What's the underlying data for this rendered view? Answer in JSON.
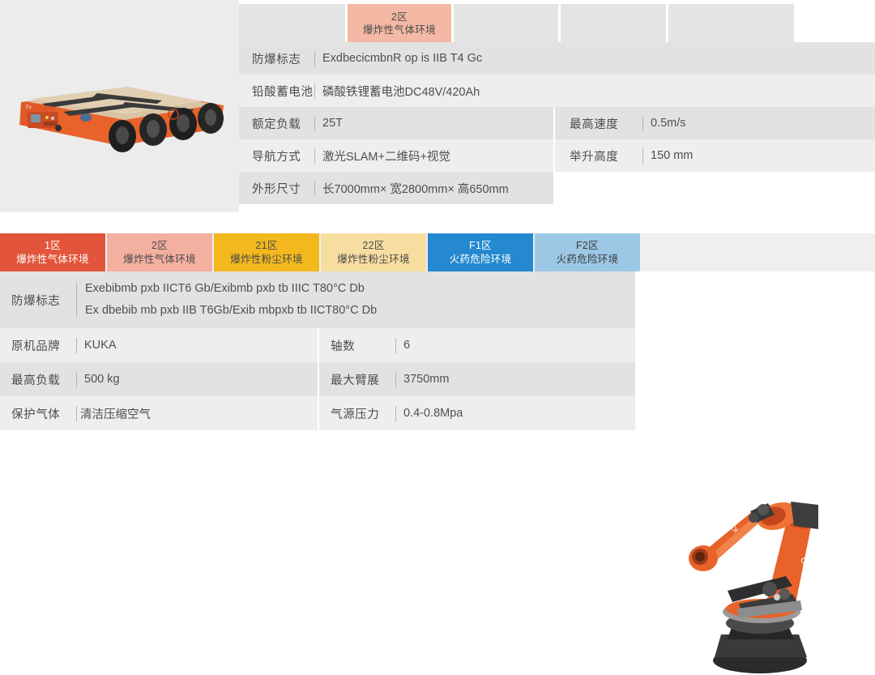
{
  "top_section": {
    "photo": {
      "alt_name": "agv-platform-photo"
    },
    "tabs": [
      {
        "zone": "",
        "env": "",
        "state": "empty"
      },
      {
        "zone": "2区",
        "env": "爆炸性气体环境",
        "state": "active",
        "color": "#f3b9a4"
      },
      {
        "zone": "",
        "env": "",
        "state": "empty"
      },
      {
        "zone": "",
        "env": "",
        "state": "empty"
      },
      {
        "zone": "",
        "env": "",
        "state": "empty"
      }
    ],
    "rows": [
      {
        "label": "防爆标志",
        "value": "ExdbecicmbnR op is IIB T4 Gc"
      },
      {
        "label": "铅酸蓄电池",
        "value": "磷酸铁锂蓄电池DC48V/420Ah"
      },
      {
        "label": "额定负载",
        "value": "25T",
        "label2": "最高速度",
        "value2": "0.5m/s"
      },
      {
        "label": "导航方式",
        "value": "激光SLAM+二维码+视觉",
        "label2": "举升高度",
        "value2": "150 mm"
      },
      {
        "label": "外形尺寸",
        "value": "长7000mm× 宽2800mm× 高650mm"
      }
    ]
  },
  "bottom_section": {
    "photo": {
      "alt_name": "robot-arm-photo"
    },
    "tabs": [
      {
        "zone": "1区",
        "env": "爆炸性气体环境",
        "color": "#e2553a",
        "text_color": "#ffffff"
      },
      {
        "zone": "2区",
        "env": "爆炸性气体环境",
        "color": "#f3b0a0",
        "text_color": "#4a4a4a"
      },
      {
        "zone": "21区",
        "env": "爆炸性粉尘环境",
        "color": "#f2b81d",
        "text_color": "#4a4a4a"
      },
      {
        "zone": "22区",
        "env": "爆炸性粉尘环境",
        "color": "#f8dda0",
        "text_color": "#4a4a4a"
      },
      {
        "zone": "F1区",
        "env": "火药危险环境",
        "color": "#2489ce",
        "text_color": "#ffffff"
      },
      {
        "zone": "F2区",
        "env": "火药危险环境",
        "color": "#9cc8e6",
        "text_color": "#3a3a3a"
      }
    ],
    "ex_row": {
      "label": "防爆标志",
      "line1": "Exebibmb pxb IICT6 Gb/Exibmb pxb tb IIIC T80°C Db",
      "line2": "Ex dbebib mb pxb IIB T6Gb/Exib mbpxb tb IICT80°C Db"
    },
    "rows": [
      {
        "label": "原机品牌",
        "value": "KUKA",
        "label2": "轴数",
        "value2": "6"
      },
      {
        "label": "最高负载",
        "value": "500 kg",
        "label2": "最大臂展",
        "value2": "3750mm"
      },
      {
        "label": "保护气体",
        "value": "清洁压缩空气",
        "label2": "气源压力",
        "value2": "0.4-0.8Mpa"
      }
    ]
  },
  "colors": {
    "row_dark": "#e2e2e2",
    "row_light": "#eeeeee",
    "photo_pane": "#ececec",
    "divider": "#b4b4b4",
    "robot_orange": "#e8622a",
    "page_bg": "#ffffff"
  }
}
